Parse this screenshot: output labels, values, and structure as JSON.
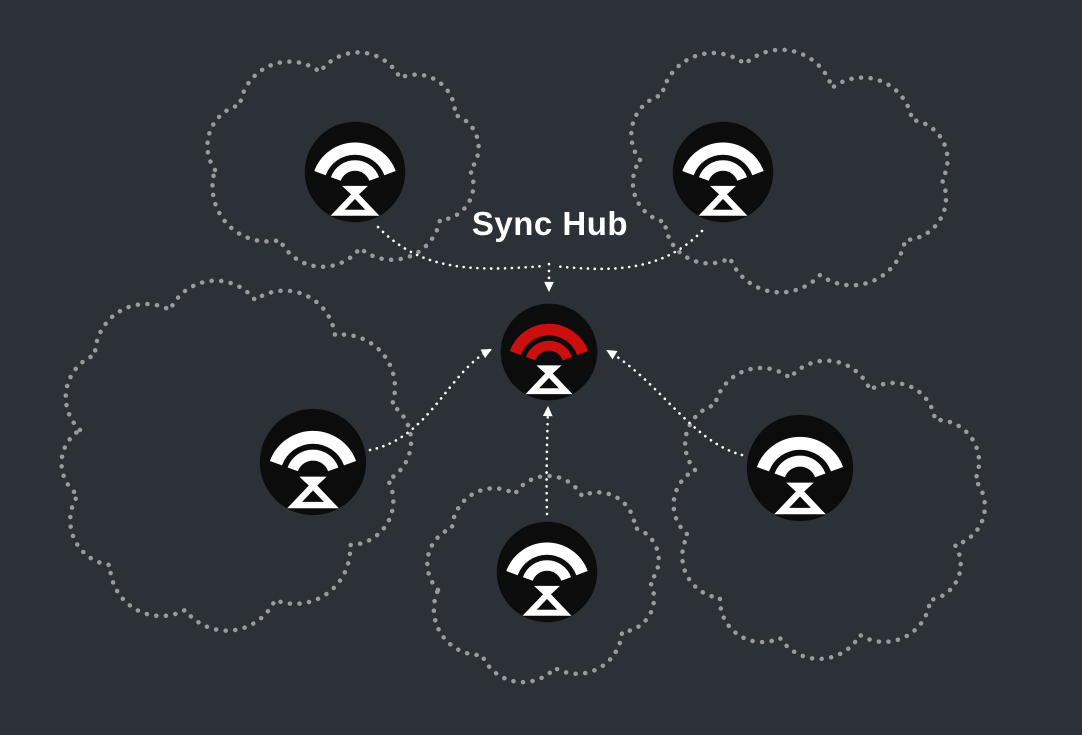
{
  "diagram": {
    "label": "Sync Hub",
    "hub": {
      "name": "sync-hub",
      "icon": "wifi-signal-triangle-logo",
      "accent": "red-arcs"
    },
    "devices": [
      {
        "name": "device-top-left",
        "icon": "wifi-signal-triangle-logo",
        "in_cloud": true
      },
      {
        "name": "device-top-right",
        "icon": "wifi-signal-triangle-logo",
        "in_cloud": true
      },
      {
        "name": "device-mid-left",
        "icon": "wifi-signal-triangle-logo",
        "in_cloud": true
      },
      {
        "name": "device-mid-right",
        "icon": "wifi-signal-triangle-logo",
        "in_cloud": true
      },
      {
        "name": "device-bottom-center",
        "icon": "wifi-signal-triangle-logo",
        "in_cloud": true
      }
    ],
    "edges": [
      {
        "from": "device-top-left",
        "to": "sync-hub",
        "style": "dotted-arrow"
      },
      {
        "from": "device-top-right",
        "to": "sync-hub",
        "style": "dotted-arrow"
      },
      {
        "from": "device-mid-left",
        "to": "sync-hub",
        "style": "dotted-arrow"
      },
      {
        "from": "device-mid-right",
        "to": "sync-hub",
        "style": "dotted-arrow"
      },
      {
        "from": "device-bottom-center",
        "to": "sync-hub",
        "style": "dotted-arrow"
      }
    ]
  },
  "theme": {
    "background": "#2b3137",
    "cloud_outline": "#9b9b9b",
    "arrow": "#ffffff",
    "node_circle": "#0c0c0c",
    "node_glyph": "#ffffff",
    "hub_accent": "#cb0e0e",
    "label_color": "#ffffff"
  }
}
